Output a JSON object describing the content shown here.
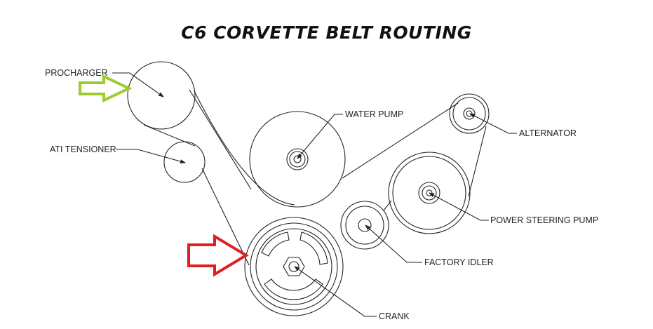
{
  "title": "C6 CORVETTE BELT ROUTING",
  "labels": {
    "procharger": "PROCHARGER",
    "ati_tensioner": "ATI TENSIONER",
    "water_pump": "WATER PUMP",
    "alternator": "ALTERNATOR",
    "power_steering_pump": "POWER STEERING PUMP",
    "factory_idler": "FACTORY IDLER",
    "crank": "CRANK"
  },
  "colors": {
    "green_arrow": "#9ccc2c",
    "red_arrow": "#e02020",
    "linework": "#222222"
  }
}
